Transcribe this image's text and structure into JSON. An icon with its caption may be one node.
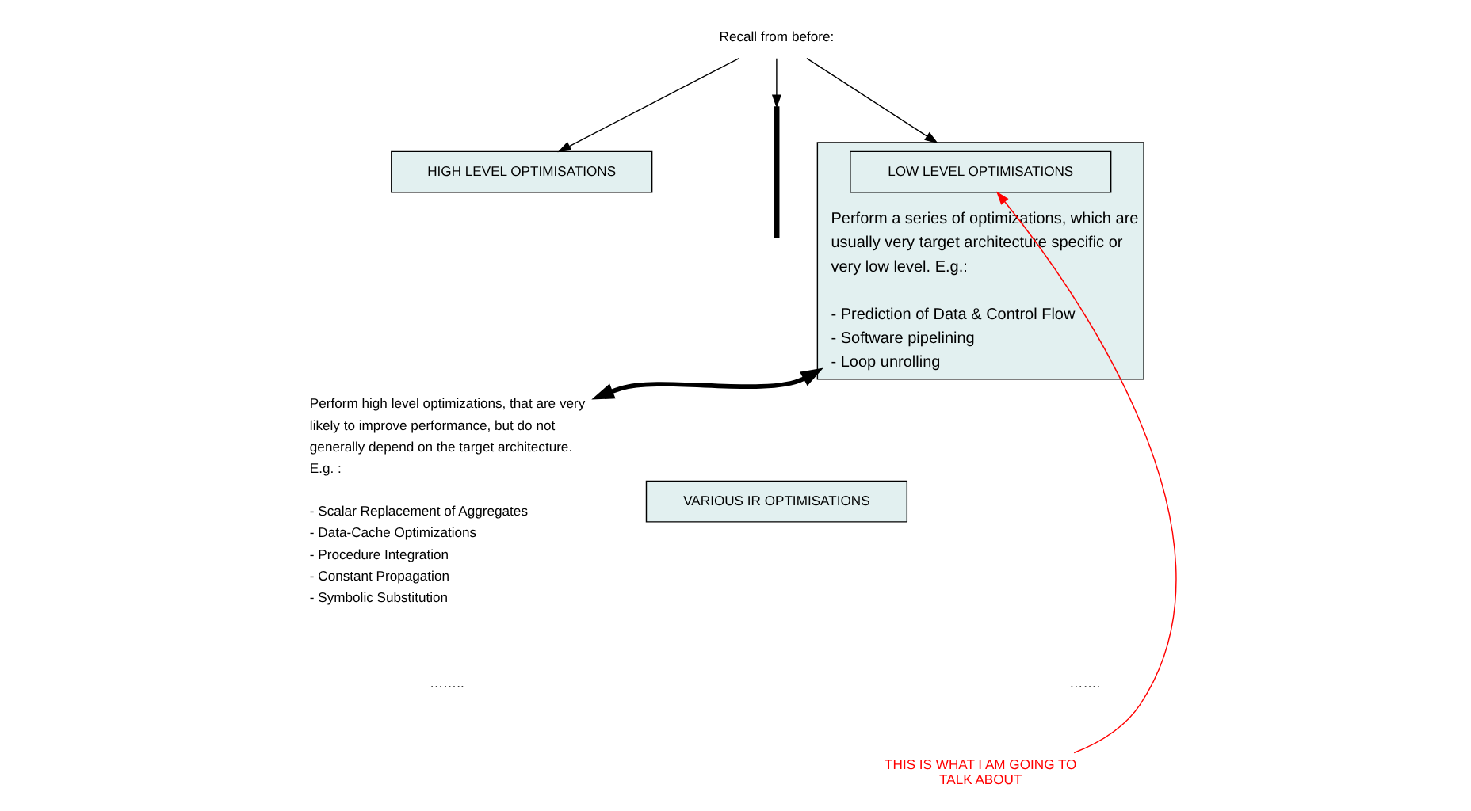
{
  "diagram": {
    "nodes": [
      {
        "text": [
          "Recall from before:"
        ]
      },
      {
        "text": [
          "HIGH LEVEL OPTIMISATIONS"
        ]
      },
      {
        "text": [
          "Perform high level optimizations, that are very likely to improve performance, but do not generally depend on the target architecture. E.g. :",
          "- Scalar Replacement of Aggregates",
          "- Data-Cache Optimizations",
          "- Procedure Integration",
          "- Constant Propagation",
          "- Symbolic Substitution"
        ]
      },
      {
        "text": [],
        "shape": "bar"
      },
      {
        "text": [
          "Perform a series of optimizations, which are usually very target architecture specific or very low level. E.g.:",
          "- Prediction of Data & Control Flow",
          "- Software pipelining",
          "- Loop unrolling"
        ]
      },
      {
        "text": [
          "LOW LEVEL OPTIMISATIONS"
        ],
        "in": 4
      },
      {
        "text": [
          "VARIOUS IR OPTIMISATIONS"
        ]
      },
      {
        "text": [
          "THIS IS WHAT I AM GOING TO TALK ABOUT"
        ]
      }
    ],
    "edges": [
      {
        "from": 0,
        "to": 1,
        "arrow": "to"
      },
      {
        "from": 0,
        "to": 3,
        "arrow": "to"
      },
      {
        "from": 0,
        "to": 4,
        "arrow": "to"
      },
      {
        "from": 2,
        "to": 4,
        "arrow": "both",
        "style": "thick"
      },
      {
        "from": 7,
        "to": 5,
        "arrow": "to",
        "color": "#ff0000"
      }
    ],
    "labels": [
      "……..",
      "……."
    ]
  }
}
